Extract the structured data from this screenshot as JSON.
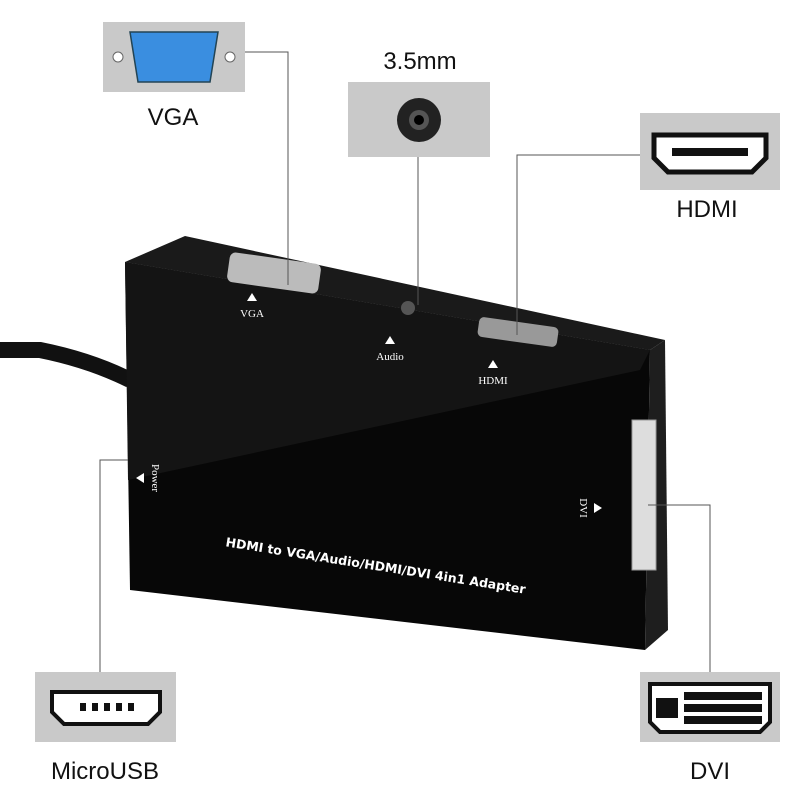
{
  "callouts": {
    "vga": "VGA",
    "audio": "3.5mm",
    "hdmi": "HDMI",
    "microusb": "MicroUSB",
    "dvi": "DVI"
  },
  "device": {
    "port_labels": {
      "vga": "VGA",
      "audio": "Audio",
      "hdmi": "HDMI",
      "power": "Power",
      "dvi": "DVI"
    },
    "title": "HDMI to VGA/Audio/HDMI/DVI 4in1 Adapter"
  },
  "colors": {
    "box": "#c9c9c9",
    "vga_blue": "#3a8ee0",
    "device": "#0a0a0a",
    "line": "#555555"
  }
}
